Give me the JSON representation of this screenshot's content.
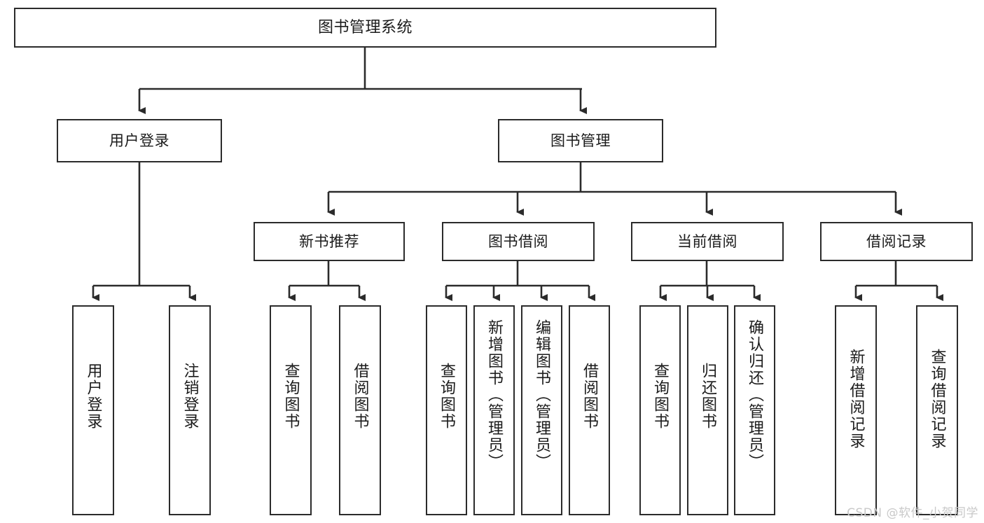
{
  "diagram": {
    "title": "图书管理系统",
    "type": "tree-hierarchy-diagram",
    "colors": {
      "box_border": "#2b2b2b",
      "box_fill": "#ffffff",
      "connector": "#2b2b2b",
      "text": "#1b1b1b",
      "watermark": "#c9c9c9",
      "background": "#ffffff"
    },
    "root": {
      "label": "图书管理系统"
    },
    "level2": [
      {
        "label": "用户登录"
      },
      {
        "label": "图书管理"
      }
    ],
    "level3": [
      {
        "label": "新书推荐"
      },
      {
        "label": "图书借阅"
      },
      {
        "label": "当前借阅"
      },
      {
        "label": "借阅记录"
      }
    ],
    "leaves": {
      "user_login": [
        {
          "label": "用户登录"
        },
        {
          "label": "注销登录"
        }
      ],
      "new_book": [
        {
          "label": "查询图书"
        },
        {
          "label": "借阅图书"
        }
      ],
      "book_borrow": [
        {
          "label": "查询图书"
        },
        {
          "label": "新增图书（管理员）"
        },
        {
          "label": "编辑图书（管理员）"
        },
        {
          "label": "借阅图书"
        }
      ],
      "current_borrow": [
        {
          "label": "查询图书"
        },
        {
          "label": "归还图书"
        },
        {
          "label": "确认归还（管理员）"
        }
      ],
      "borrow_record": [
        {
          "label": "新增借阅记录"
        },
        {
          "label": "查询借阅记录"
        }
      ]
    },
    "watermark": "CSDN @软件_小贺同学"
  }
}
